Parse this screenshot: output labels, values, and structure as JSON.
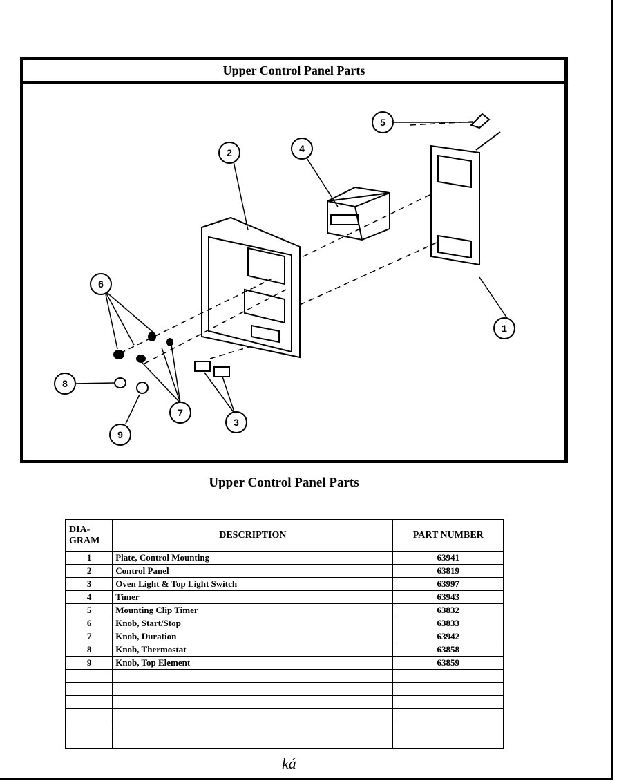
{
  "diagram": {
    "title": "Upper Control Panel Parts",
    "callouts": [
      "1",
      "2",
      "3",
      "4",
      "5",
      "6",
      "7",
      "8",
      "9"
    ]
  },
  "caption": "Upper Control Panel Parts",
  "table": {
    "headers": {
      "diagram": "DIA-\nGRAM",
      "description": "DESCRIPTION",
      "part_number": "PART NUMBER"
    },
    "rows": [
      {
        "diagram": "1",
        "description": "Plate, Control Mounting",
        "part_number": "63941"
      },
      {
        "diagram": "2",
        "description": "Control Panel",
        "part_number": "63819"
      },
      {
        "diagram": "3",
        "description": "Oven Light & Top Light Switch",
        "part_number": "63997"
      },
      {
        "diagram": "4",
        "description": "Timer",
        "part_number": "63943"
      },
      {
        "diagram": "5",
        "description": "Mounting Clip Timer",
        "part_number": "63832"
      },
      {
        "diagram": "6",
        "description": "Knob, Start/Stop",
        "part_number": "63833"
      },
      {
        "diagram": "7",
        "description": "Knob, Duration",
        "part_number": "63942"
      },
      {
        "diagram": "8",
        "description": "Knob, Thermostat",
        "part_number": "63858"
      },
      {
        "diagram": "9",
        "description": "Knob, Top Element",
        "part_number": "63859"
      }
    ],
    "empty_rows": 6
  },
  "footer_mark": "ká"
}
